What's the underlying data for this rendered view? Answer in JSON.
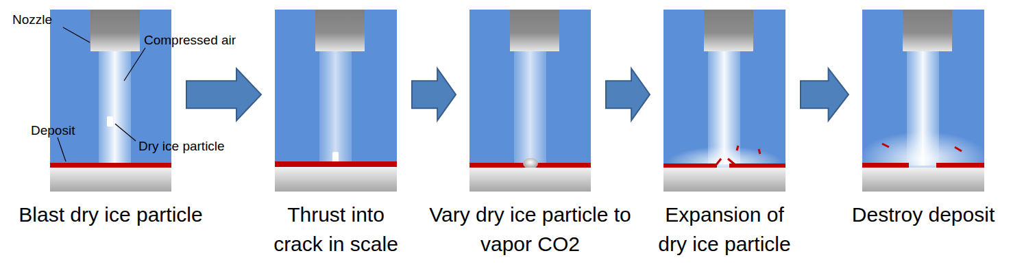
{
  "diagram": {
    "nodes": [
      {
        "text": [
          "Blast dry ice particle"
        ]
      },
      {
        "text": [
          "Thrust into crack in scale"
        ]
      },
      {
        "text": [
          "Vary dry ice particle to vapor CO2"
        ]
      },
      {
        "text": [
          "Expansion of dry ice particle"
        ]
      },
      {
        "text": [
          "Destroy deposit"
        ]
      }
    ],
    "edges": [
      {
        "from": 0,
        "to": 1,
        "arrow": "to"
      },
      {
        "from": 1,
        "to": 2,
        "arrow": "to"
      },
      {
        "from": 2,
        "to": 3,
        "arrow": "to"
      },
      {
        "from": 3,
        "to": 4,
        "arrow": "to"
      }
    ],
    "labels": [
      "Nozzle",
      "Compressed air",
      "Deposit",
      "Dry ice particle"
    ]
  }
}
